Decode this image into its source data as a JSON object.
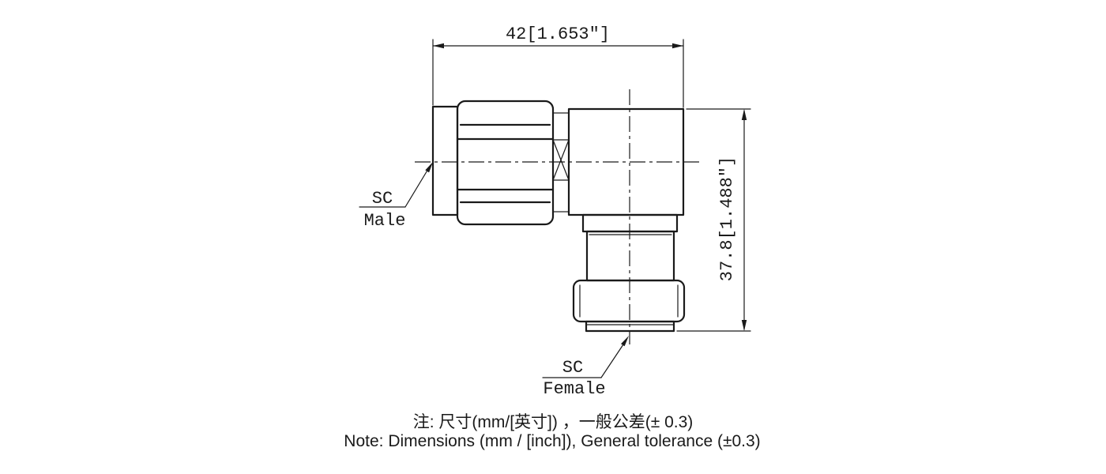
{
  "dimensions": {
    "width": "42[1.653″]",
    "height": "37.8[1.488″]"
  },
  "labels": {
    "male": {
      "line1": "SC",
      "line2": "Male"
    },
    "female": {
      "line1": "SC",
      "line2": "Female"
    }
  },
  "notes": {
    "line1": "注: 尺寸(mm/[英寸]) ，一般公差(± 0.3)",
    "line2": "Note: Dimensions (mm / [inch]), General tolerance (±0.3)"
  },
  "colors": {
    "line": "#1a1a1a",
    "background": "#ffffff"
  }
}
